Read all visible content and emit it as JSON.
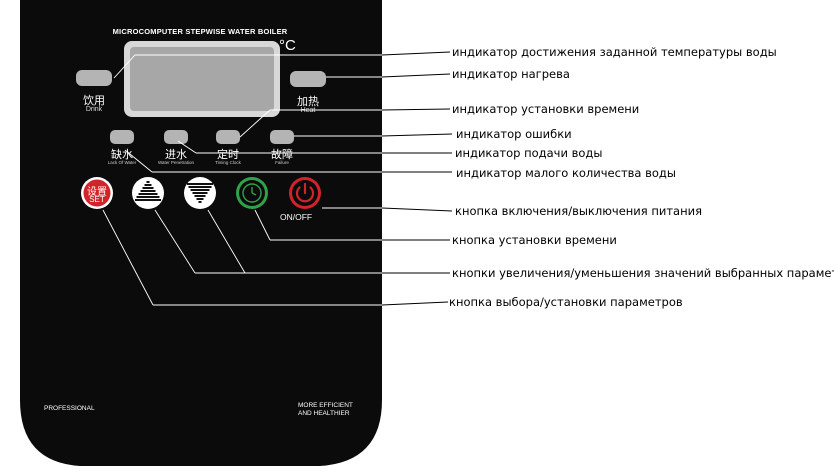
{
  "panel": {
    "title": "MICROCOMPUTER STEPWISE WATER BOILER",
    "unit": "°C",
    "indicators": [
      {
        "cn": "饮用",
        "en": "Drink"
      },
      {
        "cn": "加热",
        "en": "Heat"
      },
      {
        "cn": "缺水",
        "en": "Lack Of Water"
      },
      {
        "cn": "进水",
        "en": "Water Penetration"
      },
      {
        "cn": "定时",
        "en": "Timing Clock"
      },
      {
        "cn": "故障",
        "en": "Failure"
      }
    ],
    "set_button": {
      "cn": "设置",
      "en": "SET"
    },
    "power_label": "ON/OFF",
    "footer_left": "PROFESSIONAL",
    "footer_right_1": "MORE EFFICIENT",
    "footer_right_2": "AND HEALTHIER"
  },
  "annotations": [
    "индикатор достижения заданной температуры воды",
    "индикатор нагрева",
    "индикатор установки времени",
    "индикатор ошибки",
    "индикатор подачи воды",
    "индикатор малого количества воды",
    "кнопка включения/выключения питания",
    "кнопка установки времени",
    "кнопки увеличения/уменьшения значений выбранных параметров",
    "кнопка выбора/установки параметров"
  ],
  "colors": {
    "panel": "#0b0b0b",
    "button_red": "#d2232a",
    "button_green": "#2fa24a",
    "indicator_grey": "#b4b4b4"
  }
}
